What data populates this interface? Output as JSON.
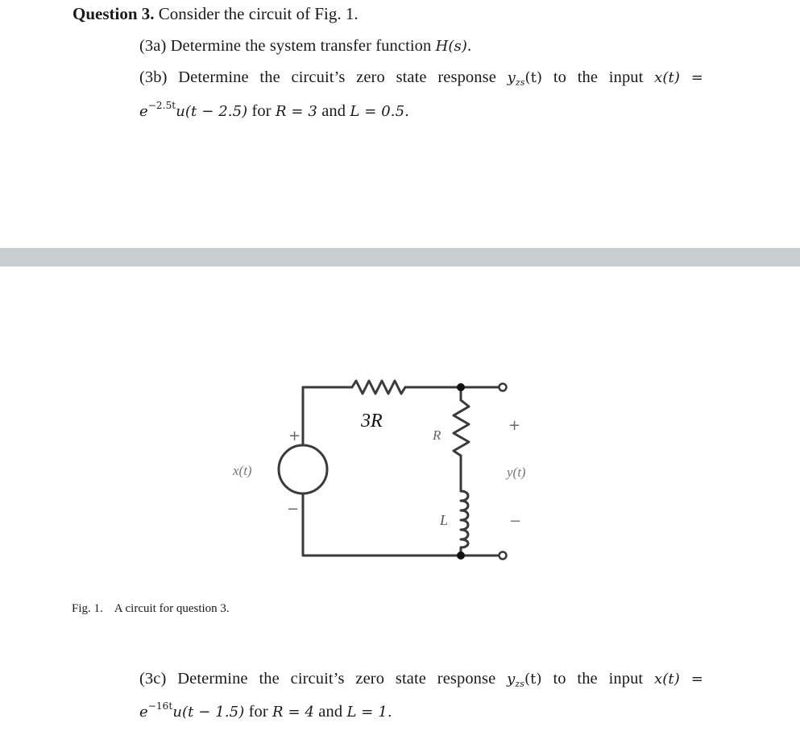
{
  "question": {
    "number_label": "Question 3.",
    "intro": "Consider the circuit of Fig. 1."
  },
  "parts": {
    "a": {
      "label": "(3a)",
      "text": "Determine the system transfer function",
      "math": "H(s)",
      "end": "."
    },
    "b": {
      "label": "(3b)",
      "words": [
        "Determine",
        "the",
        "circuit’s",
        "zero",
        "state",
        "response"
      ],
      "yzs": "y",
      "yzs_sub": "zs",
      "yzs_arg": "(t)",
      "to_the_input": [
        "to",
        "the",
        "input"
      ],
      "input_lhs": "x(t)",
      "equals": "=",
      "line2": {
        "exp_base": "e",
        "exp_power": "−2.5t",
        "step": "u(t − 2.5)",
        "for_word": "for",
        "R_eq": "R = 3",
        "and_word": "and",
        "L_eq": "L = 0.5."
      }
    },
    "c": {
      "label": "(3c)",
      "words": [
        "Determine",
        "the",
        "circuit’s",
        "zero",
        "state",
        "response"
      ],
      "yzs": "y",
      "yzs_sub": "zs",
      "yzs_arg": "(t)",
      "to_the_input": [
        "to",
        "the",
        "input"
      ],
      "input_lhs": "x(t)",
      "equals": "=",
      "line2": {
        "exp_base": "e",
        "exp_power": "−16t",
        "step": "u(t − 1.5)",
        "for_word": "for",
        "R_eq": "R = 4",
        "and_word": "and",
        "L_eq": "L = 1."
      }
    }
  },
  "divider": {
    "color": "#c8cdd1"
  },
  "figure": {
    "caption_label": "Fig. 1.",
    "caption_text": "A circuit for question 3.",
    "labels": {
      "source": "x(t)",
      "source_plus": "+",
      "source_minus": "−",
      "series_resistor": "3R",
      "shunt_resistor": "R",
      "inductor": "L",
      "output": "y(t)",
      "output_plus": "+",
      "output_minus": "−"
    },
    "colors": {
      "wire": "#3a3a3a",
      "label": "#5a5a5a",
      "label_dark": "#111111"
    }
  }
}
